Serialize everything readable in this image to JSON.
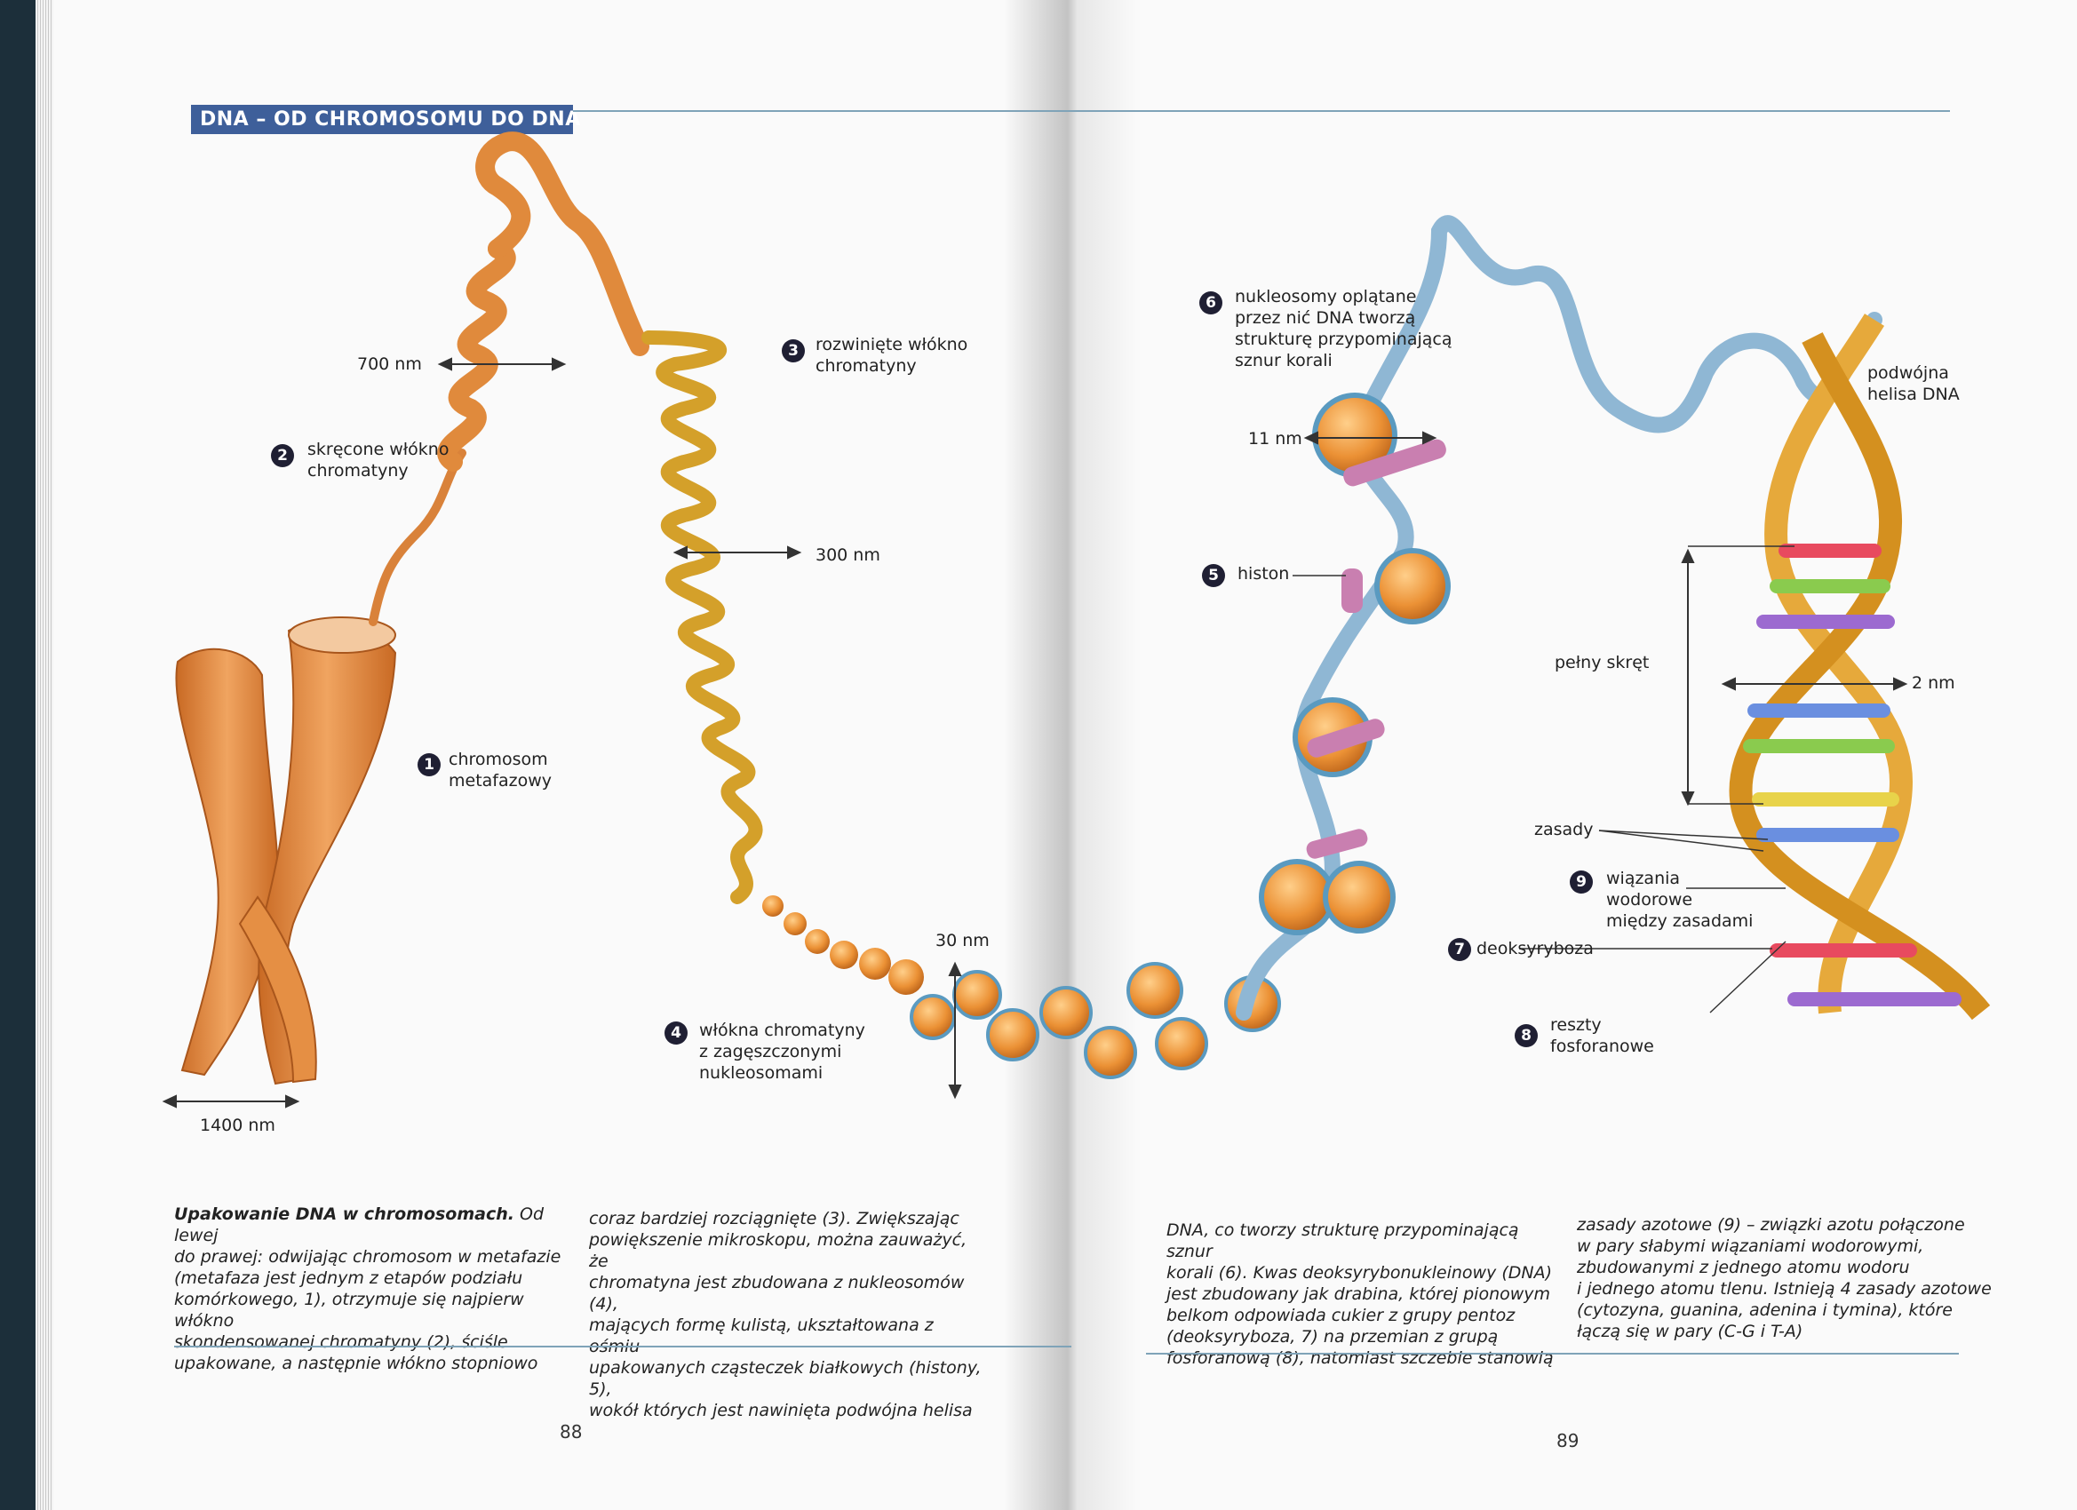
{
  "header": {
    "title": "DNA – OD CHROMOSOMU DO DNA"
  },
  "labels": {
    "l700": "700 nm",
    "l300": "300 nm",
    "l30": "30 nm",
    "l1400": "1400 nm",
    "l11": "11 nm",
    "l2": "2 nm",
    "full_turn": "pełny skręt",
    "bases": "zasady",
    "double_helix": [
      "podwójna",
      "helisa DNA"
    ]
  },
  "numbered": [
    {
      "n": "1",
      "lines": [
        "chromosom",
        "metafazowy"
      ]
    },
    {
      "n": "2",
      "lines": [
        "skręcone włókno",
        "chromatyny"
      ]
    },
    {
      "n": "3",
      "lines": [
        "rozwinięte włókno",
        "chromatyny"
      ]
    },
    {
      "n": "4",
      "lines": [
        "włókna chromatyny",
        "z zagęszczonymi",
        "nukleosomami"
      ]
    },
    {
      "n": "5",
      "lines": [
        "histon"
      ]
    },
    {
      "n": "6",
      "lines": [
        "nukleosomy oplątane",
        "przez nić DNA tworzą",
        "strukturę przypominającą",
        "sznur korali"
      ]
    },
    {
      "n": "7",
      "lines": [
        "deoksyryboza"
      ]
    },
    {
      "n": "8",
      "lines": [
        "reszty",
        "fosforanowe"
      ]
    },
    {
      "n": "9",
      "lines": [
        "wiązania",
        "wodorowe",
        "między zasadami"
      ]
    }
  ],
  "captions": {
    "c1_bold": "Upakowanie DNA w chromosomach.",
    "c1": [
      " Od lewej",
      "do prawej: odwijając chromosom w metafazie",
      "(metafaza jest jednym z etapów podziału",
      "komórkowego, 1), otrzymuje się najpierw włókno",
      "skondensowanej chromatyny (2), ściśle",
      "upakowane, a następnie włókno stopniowo"
    ],
    "c2": [
      "coraz bardziej rozciągnięte (3). Zwiększając",
      "powiększenie mikroskopu, można zauważyć, że",
      "chromatyna jest zbudowana z nukleosomów (4),",
      "mających formę kulistą, ukształtowana z ośmiu",
      "upakowanych cząsteczek białkowych (histony, 5),",
      "wokół których jest nawinięta podwójna helisa"
    ],
    "c3": [
      "DNA, co tworzy strukturę przypominającą sznur",
      "korali (6). Kwas deoksyrybonukleinowy (DNA)",
      "jest zbudowany jak drabina, której pionowym",
      "belkom odpowiada cukier z grupy pentoz",
      "(deoksyryboza, 7) na przemian z grupą",
      "fosforanową (8), natomiast szczeble stanowią"
    ],
    "c4": [
      "zasady azotowe (9) – związki azotu połączone",
      "w pary słabymi wiązaniami wodorowymi,",
      "zbudowanymi z jednego atomu wodoru",
      "i jednego atomu tlenu. Istnieją 4 zasady azotowe",
      "(cytozyna, guanina, adenina i tymina), które",
      "łączą się w pary (C-G i T-A)"
    ]
  },
  "pages": {
    "left": "88",
    "right": "89"
  },
  "colors": {
    "header": "#3e5f9a",
    "rule": "#7fa3b8",
    "chromosome": "#e08a3c",
    "coil": "#d4a02a",
    "dna_strand": "#8fb7d4",
    "histone": "#c97fb0"
  }
}
